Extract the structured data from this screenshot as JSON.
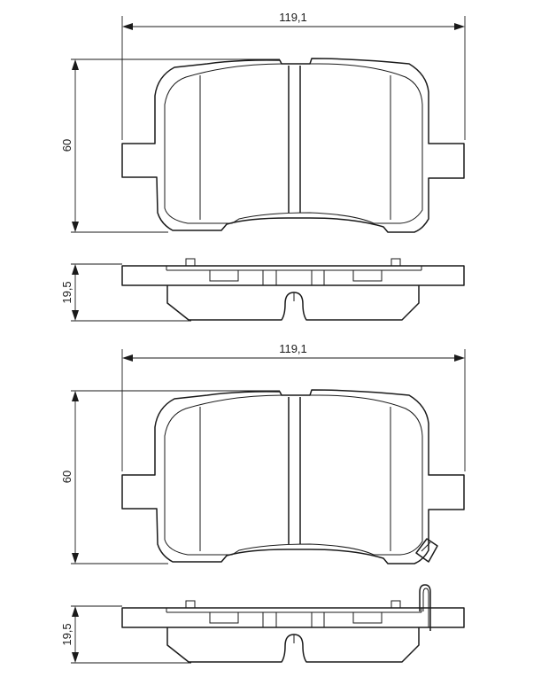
{
  "dimensions": {
    "view1": {
      "width": "119,1",
      "height": "60"
    },
    "view2": {
      "thickness": "19,5"
    },
    "view3": {
      "width": "119,1",
      "height": "60"
    },
    "view4": {
      "thickness": "19,5"
    }
  }
}
